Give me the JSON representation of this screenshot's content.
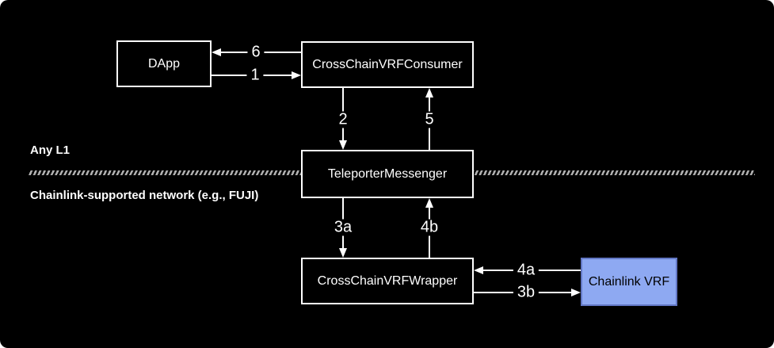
{
  "nodes": {
    "dapp": {
      "label": "DApp"
    },
    "consumer": {
      "label": "CrossChainVRFConsumer"
    },
    "messenger": {
      "label": "TeleporterMessenger"
    },
    "wrapper": {
      "label": "CrossChainVRFWrapper"
    },
    "chainlink_vrf": {
      "label": "Chainlink VRF"
    }
  },
  "edges": {
    "s1": {
      "label": "1",
      "from": "DApp",
      "to": "CrossChainVRFConsumer",
      "direction": "right"
    },
    "s2": {
      "label": "2",
      "from": "CrossChainVRFConsumer",
      "to": "TeleporterMessenger",
      "direction": "down"
    },
    "s3a": {
      "label": "3a",
      "from": "TeleporterMessenger",
      "to": "CrossChainVRFWrapper",
      "direction": "down"
    },
    "s3b": {
      "label": "3b",
      "from": "CrossChainVRFWrapper",
      "to": "Chainlink VRF",
      "direction": "right"
    },
    "s4a": {
      "label": "4a",
      "from": "Chainlink VRF",
      "to": "CrossChainVRFWrapper",
      "direction": "left"
    },
    "s4b": {
      "label": "4b",
      "from": "CrossChainVRFWrapper",
      "to": "TeleporterMessenger",
      "direction": "up"
    },
    "s5": {
      "label": "5",
      "from": "TeleporterMessenger",
      "to": "CrossChainVRFConsumer",
      "direction": "up"
    },
    "s6": {
      "label": "6",
      "from": "CrossChainVRFConsumer",
      "to": "DApp",
      "direction": "left"
    }
  },
  "regions": {
    "top": {
      "label": "Any L1"
    },
    "bottom": {
      "label": "Chainlink-supported network (e.g., FUJI)"
    }
  },
  "colors": {
    "background": "#000000",
    "node_border": "#ffffff",
    "node_text": "#ffffff",
    "arrow": "#ffffff",
    "chainlink_fill": "#8EA9F2",
    "chainlink_border": "#6277C4",
    "chainlink_text": "#000000",
    "divider": "#b0b0b0"
  }
}
